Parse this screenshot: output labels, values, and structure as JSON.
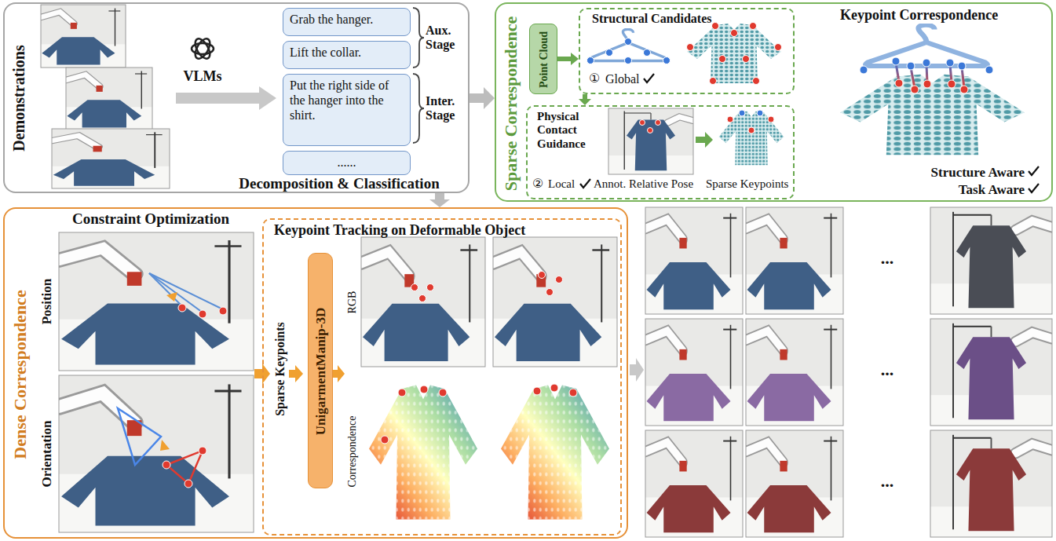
{
  "diagram": {
    "nodes": [
      {
        "text": [
          "Decomposition & Classification"
        ]
      },
      {
        "text": [
          "Grab the hanger."
        ],
        "in": 0
      },
      {
        "text": [
          "Lift the collar."
        ],
        "in": 0
      },
      {
        "text": [
          "Put the right side of the hanger into the shirt."
        ],
        "in": 0
      },
      {
        "text": [
          "......"
        ],
        "in": 0
      },
      {
        "text": [
          "Sparse Correspondence"
        ]
      },
      {
        "text": [
          "Point Cloud"
        ],
        "in": 5
      },
      {
        "text": [
          "Structural Candidates"
        ],
        "in": 5
      },
      {
        "text": [
          "Physical Contact Guidance"
        ],
        "in": 5
      },
      {
        "text": [
          "Dense Correspondence"
        ]
      },
      {
        "text": [
          "Keypoint Tracking on Deformable Object"
        ],
        "in": 9
      },
      {
        "text": [
          "UnigarmentManip-3D"
        ],
        "in": 10
      }
    ],
    "edges": [
      {
        "from": 0,
        "to": 5,
        "arrow": "to"
      },
      {
        "from": 0,
        "to": 9,
        "arrow": "to"
      },
      {
        "from": 6,
        "to": 7,
        "arrow": "to"
      },
      {
        "from": 7,
        "to": 8,
        "arrow": "to"
      }
    ],
    "labels": [
      "Demonstrations",
      "VLMs",
      "Aux. Stage",
      "Inter. Stage",
      "①",
      "Global",
      "②",
      "Local",
      "Annot. Relative Pose",
      "Sparse Keypoints",
      "Keypoint Correspondence",
      "Structure Aware",
      "Task Aware",
      "Constraint Optimization",
      "Position",
      "Orientation",
      "Sparse Keypoints",
      "RGB",
      "Correspondence",
      "...",
      "...",
      "..."
    ]
  }
}
